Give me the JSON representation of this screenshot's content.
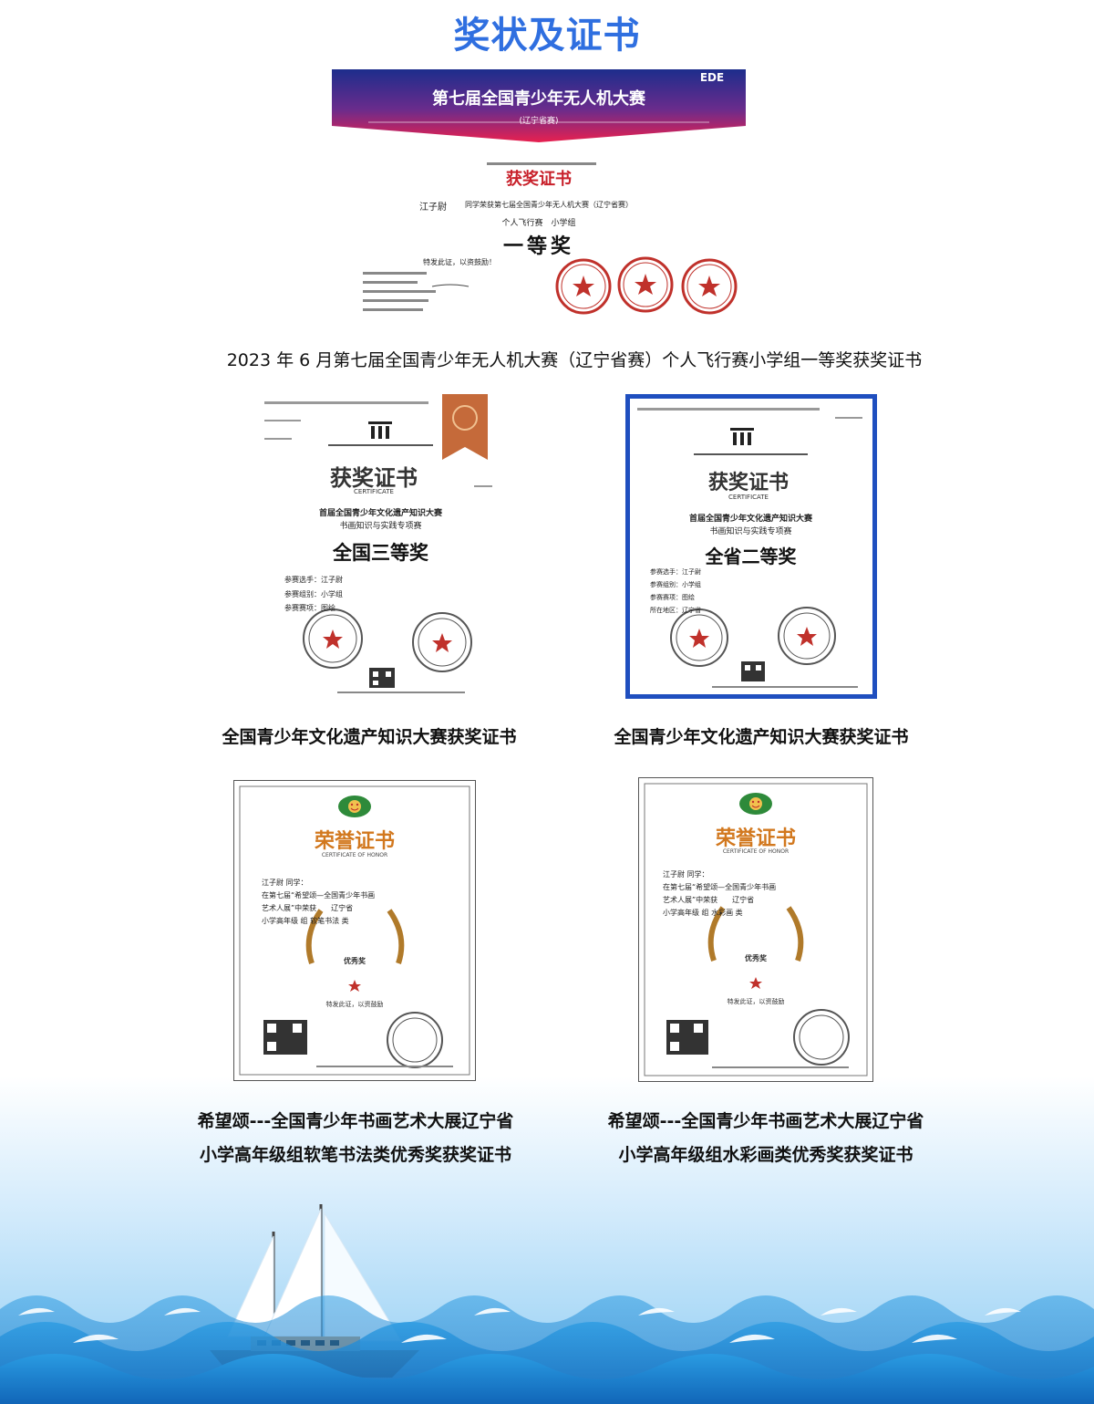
{
  "page": {
    "title": "奖状及证书"
  },
  "certificates": [
    {
      "banner_title": "第七届全国青少年无人机大赛",
      "banner_sub": "(辽宁省赛)",
      "banner_badge": "EDE",
      "heading": "获奖证书",
      "recipient": "江子尉",
      "body_line": "同学荣获第七届全国青少年无人机大赛（辽宁省赛）",
      "category": "个人飞行赛　小学组",
      "award": "一等奖",
      "closing": "特发此证，以资鼓励！",
      "caption": "2023 年 6 月第七届全国青少年无人机大赛（辽宁省赛）个人飞行赛小学组一等奖获奖证书"
    },
    {
      "heading": "获奖证书",
      "heading_en": "CERTIFICATE",
      "event": "首届全国青少年文化遗产知识大赛",
      "subevent": "书画知识与实践专项赛",
      "award": "全国三等奖",
      "fields": [
        "参赛选手：江子尉",
        "参赛组别：小学组",
        "参赛赛项：图绘"
      ],
      "caption": "全国青少年文化遗产知识大赛获奖证书"
    },
    {
      "heading": "获奖证书",
      "heading_en": "CERTIFICATE",
      "event": "首届全国青少年文化遗产知识大赛",
      "subevent": "书画知识与实践专项赛",
      "award": "全省二等奖",
      "fields": [
        "参赛选手：江子尉",
        "参赛组别：小学组",
        "参赛赛项：图绘",
        "所在地区：辽宁省"
      ],
      "caption": "全国青少年文化遗产知识大赛获奖证书"
    },
    {
      "heading": "荣誉证书",
      "heading_en": "CERTIFICATE OF HONOR",
      "lines": [
        "江子尉 同学：",
        "在第七届“希望颂—全国青少年书画",
        "艺术人展”中荣获　　辽宁省",
        "小学高年级 组 软笔书法 类"
      ],
      "award": "优秀奖",
      "closing": "特发此证，以资鼓励",
      "caption_lines": [
        "希望颂---全国青少年书画艺术大展辽宁省",
        "小学高年级组软笔书法类优秀奖获奖证书"
      ]
    },
    {
      "heading": "荣誉证书",
      "heading_en": "CERTIFICATE OF HONOR",
      "lines": [
        "江子尉 同学：",
        "在第七届“希望颂—全国青少年书画",
        "艺术人展”中荣获　　辽宁省",
        "小学高年级 组 水彩画 类"
      ],
      "award": "优秀奖",
      "closing": "特发此证，以资鼓励",
      "caption_lines": [
        "希望颂---全国青少年书画艺术大展辽宁省",
        "小学高年级组水彩画类优秀奖获奖证书"
      ]
    }
  ],
  "colors": {
    "title_blue": "#2f6fe0",
    "seal_red": "#c0312b",
    "award_red": "#c8202a",
    "banner_blue": "#1d2d8c",
    "banner_pink": "#e8204f",
    "honor_orange": "#d2781e",
    "frame_blue": "#1f4fbf",
    "sea_blue": "#1b8ad6"
  }
}
